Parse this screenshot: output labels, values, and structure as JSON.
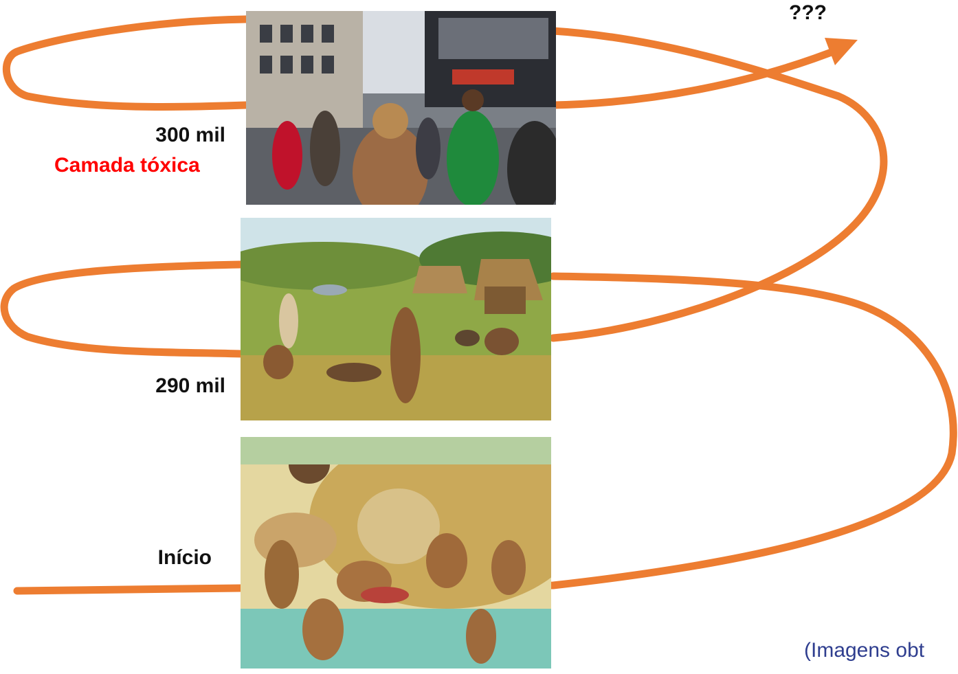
{
  "labels": {
    "unknown": "???",
    "era_300": "300 mil",
    "era_300_sub": "Camada tóxica",
    "era_290": "290 mil",
    "start": "Início"
  },
  "caption": "(Imagens obt",
  "colors": {
    "path": "#ed7d31",
    "text": "#111111",
    "highlight": "#ff0000",
    "caption": "#2f3e8f"
  },
  "images": {
    "modern": "modern-city-street-photo",
    "neolithic": "neolithic-village-illustration",
    "paleolithic": "paleolithic-cave-life-illustration"
  }
}
